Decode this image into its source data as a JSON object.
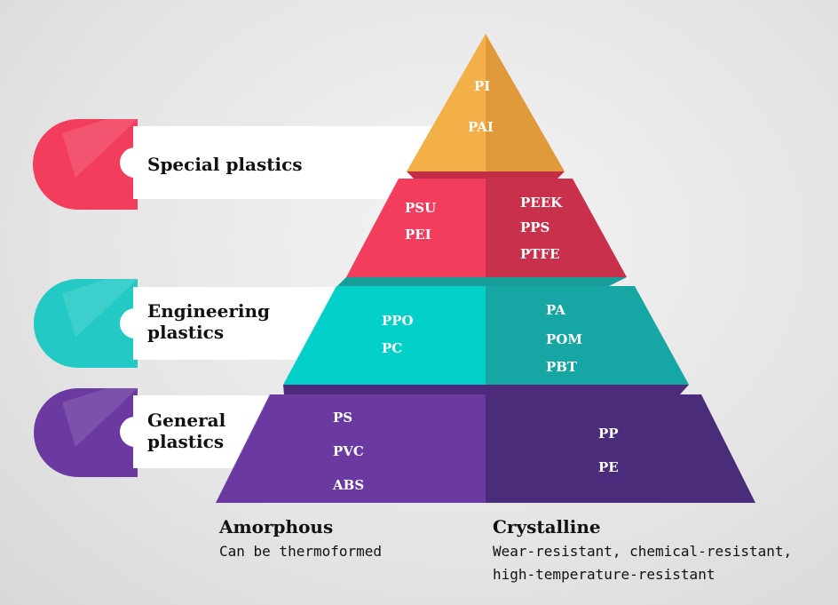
{
  "categories": [
    {
      "label": "Special plastics",
      "color": "#f23d5c",
      "amorphous": [
        "PSU",
        "PEI"
      ],
      "crystalline": [
        "PEEK",
        "PPS",
        "PTFE"
      ]
    },
    {
      "label": "Engineering plastics",
      "color": "#23c9c4",
      "amorphous": [
        "PPO",
        "PC"
      ],
      "crystalline": [
        "PA",
        "POM",
        "PBT"
      ]
    },
    {
      "label": "General plastics",
      "color": "#6a3aa0",
      "amorphous": [
        "PS",
        "PVC",
        "ABS"
      ],
      "crystalline": [
        "PP",
        "PE"
      ]
    }
  ],
  "apex": [
    "PI",
    "PAI"
  ],
  "columns": {
    "amorphous": {
      "title": "Amorphous",
      "subtitle": "Can be thermoformed"
    },
    "crystalline": {
      "title": "Crystalline",
      "subtitle_lines": [
        "Wear-resistant, chemical-resistant,",
        "high-temperature-resistant"
      ]
    }
  }
}
